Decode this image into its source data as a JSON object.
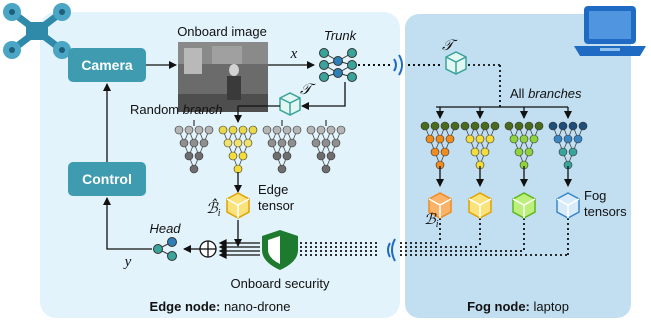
{
  "edge_panel": {
    "title_bold": "Edge node:",
    "title_rest": " nano-drone"
  },
  "fog_panel": {
    "title_bold": "Fog node:",
    "title_rest": " laptop"
  },
  "blocks": {
    "camera": "Camera",
    "control": "Control"
  },
  "labels": {
    "onboard_image": "Onboard image",
    "x": "x",
    "y": "y",
    "trunk": "Trunk",
    "random_branch_plain": "Random ",
    "random_branch_italic": "branch",
    "all_branches_plain": "All ",
    "all_branches_italic": "branches",
    "edge_tensor_1": "Edge",
    "edge_tensor_2": "tensor",
    "fog_tensors_1": "Fog",
    "fog_tensors_2": "tensors",
    "head": "Head",
    "onboard_security": "Onboard security",
    "T_edge": "𝒯",
    "T_fog": "𝒯",
    "B_hat": "ℬ̂",
    "B_hat_sub": "i",
    "B_fog": "ℬ",
    "B_fog_sub": "i"
  },
  "colors": {
    "edge_bg": "#e3f3fb",
    "fog_bg": "#c2dff2",
    "block_fill": "#3f9bb0",
    "teal": "#3aa39a",
    "shield": "#1e7a2e",
    "orange": "#f08b1e",
    "yellow": "#f4dc3a",
    "green": "#8fd43e",
    "blue": "#5ba3e0"
  },
  "icons": [
    "drone-icon",
    "laptop-icon",
    "wifi-icon",
    "shield-icon",
    "tensor-cube-icon",
    "xor-icon"
  ]
}
